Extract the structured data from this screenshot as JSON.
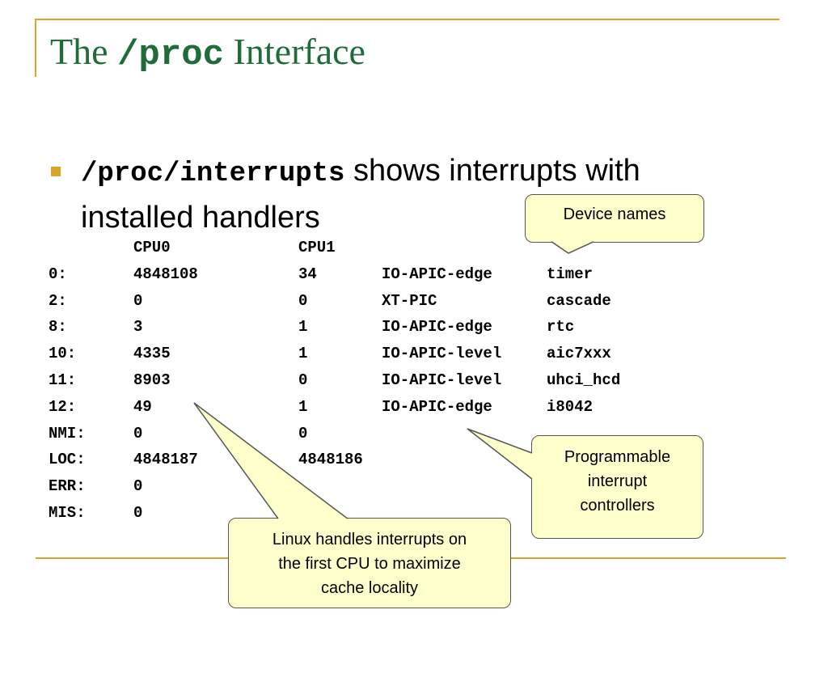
{
  "slide": {
    "title": {
      "prefix": "The ",
      "code": "/proc",
      "suffix": " Interface"
    },
    "bullet": {
      "code": "/proc/interrupts",
      "text_line1": " shows interrupts with",
      "text_line2": "installed handlers"
    },
    "table": {
      "header": [
        "",
        "CPU0",
        "CPU1",
        "",
        ""
      ],
      "rows": [
        [
          "0:",
          "4848108",
          "34",
          "IO-APIC-edge",
          "timer"
        ],
        [
          "2:",
          "0",
          "0",
          "XT-PIC",
          "cascade"
        ],
        [
          "8:",
          "3",
          "1",
          "IO-APIC-edge",
          "rtc"
        ],
        [
          "10:",
          "4335",
          "1",
          "IO-APIC-level",
          "aic7xxx"
        ],
        [
          "11:",
          "8903",
          "0",
          "IO-APIC-level",
          "uhci_hcd"
        ],
        [
          "12:",
          "49",
          "1",
          "IO-APIC-edge",
          "i8042"
        ],
        [
          "NMI:",
          "0",
          "0",
          "",
          ""
        ],
        [
          "LOC:",
          "4848187",
          "4848186",
          "",
          ""
        ],
        [
          "ERR:",
          "0",
          "",
          "",
          ""
        ],
        [
          "MIS:",
          "0",
          "",
          "",
          ""
        ]
      ]
    },
    "callouts": {
      "device_names": "Device names",
      "pic_line1": "Programmable",
      "pic_line2": "interrupt",
      "pic_line3": "controllers",
      "linux_line1": "Linux handles interrupts on",
      "linux_line2": "the first CPU to maximize",
      "linux_line3": "cache locality"
    },
    "colors": {
      "title": "#1f6b3a",
      "accent_lines": "#d7a52a",
      "callout_fill": "#ffffcc"
    }
  }
}
